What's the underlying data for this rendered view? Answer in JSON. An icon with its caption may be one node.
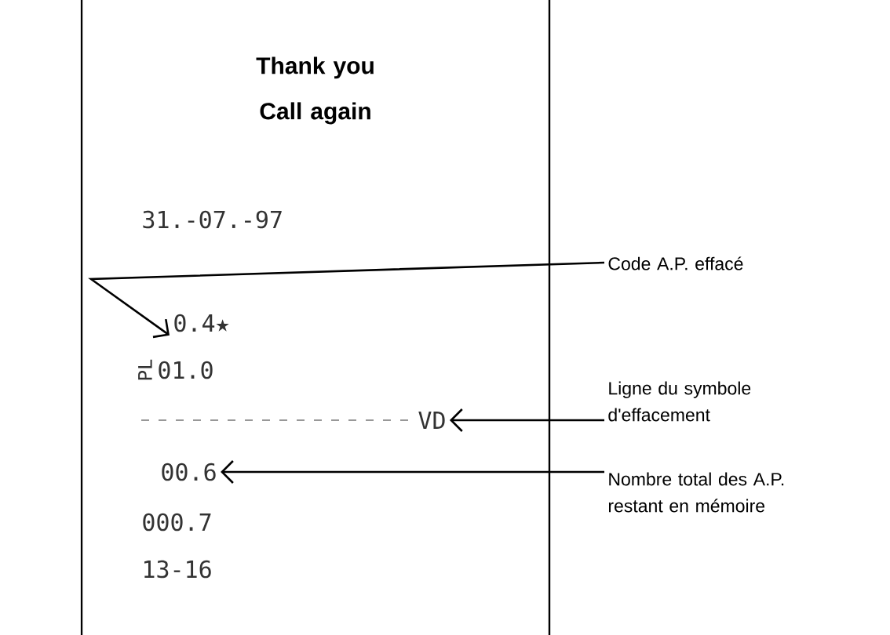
{
  "diagram": {
    "nodes": [
      {
        "text": [
          "Thank you Call again"
        ]
      },
      {
        "text": [
          "31.-07.-97"
        ],
        "in": 0
      },
      {
        "text": [
          "0.4★"
        ],
        "in": 0
      },
      {
        "text": [
          "01.0"
        ],
        "beside": [
          "PL"
        ],
        "in": 0
      },
      {
        "text": [
          "VD"
        ],
        "in": 0
      },
      {
        "text": [
          "00.6"
        ],
        "in": 0
      },
      {
        "text": [
          "000.7"
        ],
        "in": 0
      },
      {
        "text": [
          "13-16"
        ],
        "in": 0
      },
      {
        "text": [
          "Code A.P. effacé"
        ]
      },
      {
        "text": [
          "Ligne du symbole d'effacement"
        ]
      },
      {
        "text": [
          "Nombre total des A.P. restant en mémoire"
        ]
      }
    ],
    "edges": [
      {
        "from": 8,
        "to": 2,
        "arrow": "to"
      },
      {
        "from": 9,
        "to": 4,
        "arrow": "to"
      },
      {
        "from": 10,
        "to": 5,
        "arrow": "to"
      }
    ]
  }
}
